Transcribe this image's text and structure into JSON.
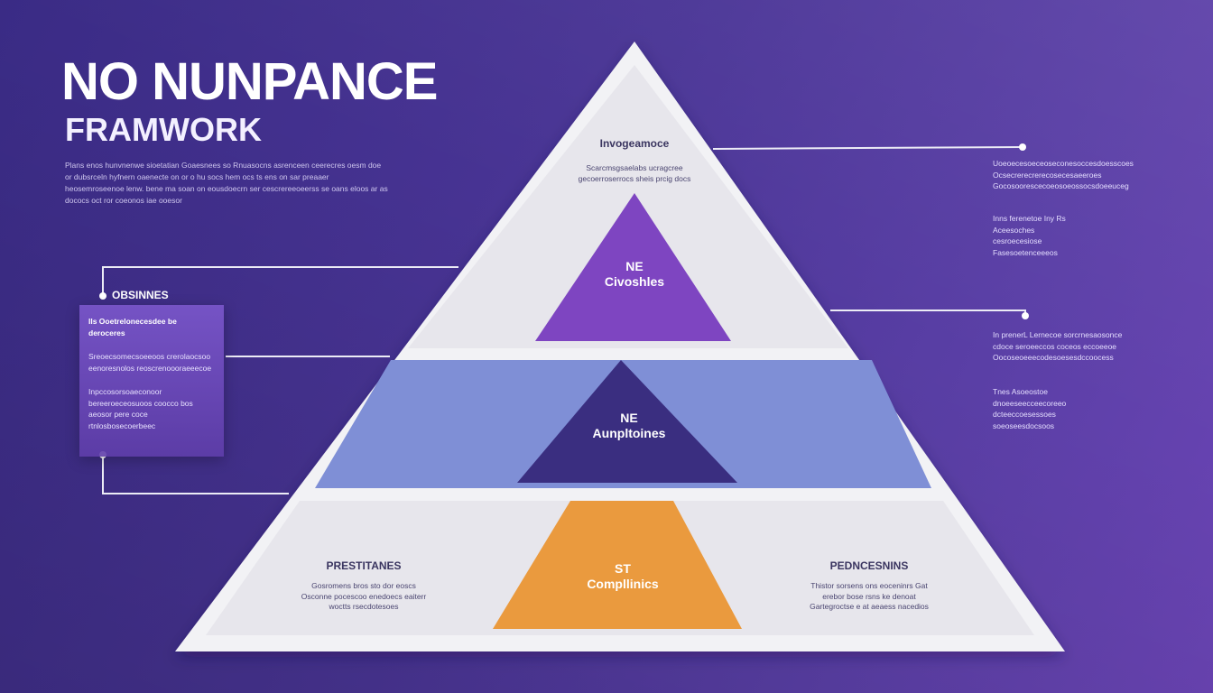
{
  "header": {
    "title": "NO NUNPANCE",
    "subtitle": "FRAMWORK",
    "intro": "Plans enos hunvnenwe sioetatian Goaesnees so Rnuasocns asrenceen ceerecres oesm doe or dubsrceln hyfnern oaenecte on or o hu socs hem ocs ts ens on sar preaaer heosemroseenoe lenw. bene ma soan on eousdoecrn ser cescrereeoeerss se oans eloos ar as dococs oct ror coeonos iae ooesor"
  },
  "pyramid": {
    "top_tier": {
      "title": "Invogeamoce",
      "description": "Scarcmsgsaelabs ucragcree gecoerroserrocs sheis prcig docs"
    },
    "top_inner": {
      "line1": "NE",
      "line2": "Civoshles"
    },
    "middle_inner": {
      "line1": "NE",
      "line2": "Aunpltoines"
    },
    "bottom_inner": {
      "line1": "ST",
      "line2": "Compllinics"
    },
    "bottom_left": {
      "title": "PRESTITANES",
      "description": "Gosromens bros sto dor eoscs Osconne pocescoo enedoecs eaiterr woctts rsecdotesoes"
    },
    "bottom_right": {
      "title": "PEDNCESNINS",
      "description": "Thistor sorsens ons eoceninrs Gat erebor bose rsns ke denoat Gartegroctse e at aeaess nacedios"
    }
  },
  "left_callout": {
    "label": "OBSINNES",
    "paragraphs": [
      "Ils Ooetrelonecesdee be deroceres",
      "Sreoecsomecsoeeoos crerolaocsoo eenoresnolos reoscrenoooraeeecoe",
      "Inpccosorsoaeconoor bereeroeceosuoos coocco bos aeosor pere coce rtnlosbosecoerbeec"
    ]
  },
  "right_notes": [
    "Uoeoecesoeceoseconesoccesdoesscoes Ocsecrerecrerecosecesaeeroes Gocosoorescecoeosoeossocsdoeeuceg",
    "Inns ferenetoe Iny Rs Aceesoches cesroecesiose Fasesoetenceeeos",
    "In prenerL Lernecoe sorcrnesaosonce cdoce seroeeccos coceos eccoeeoe Oocoseoeeecodesoesesdccoocess",
    "Tnes Asoeostoe dnoeeseecceecoreeo dcteeccoesessoes soeoseesdocsoos"
  ],
  "colors": {
    "background_start": "#3a2b85",
    "background_end": "#6a44b4",
    "pyramid_outline": "#f2f2f5",
    "tier_fill": "#e7e6ec",
    "band_blue": "#7f8fd6",
    "inner_top": "#7e45c1",
    "inner_middle": "#3a2e80",
    "inner_bottom": "#ea9a3e",
    "callout_box": "#7a57c8"
  }
}
